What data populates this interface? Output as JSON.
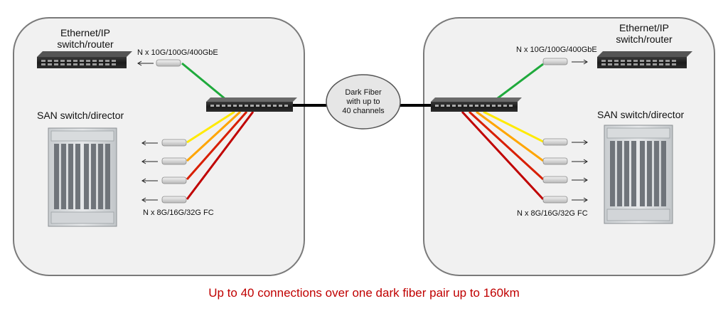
{
  "left_site": {
    "ethernet_label": "Ethernet/IP\nswitch/router",
    "san_label": "SAN switch/director",
    "ethernet_speed": "N x 10G/100G/400GbE",
    "fc_speed": "N x 8G/16G/32G FC"
  },
  "right_site": {
    "ethernet_label": "Ethernet/IP\nswitch/router",
    "san_label": "SAN switch/director",
    "ethernet_speed": "N x 10G/100G/400GbE",
    "fc_speed": "N x 8G/16G/32G FC"
  },
  "dark_fiber": {
    "label": "Dark Fiber\nwith up to\n40 channels"
  },
  "caption": "Up to 40 connections over one dark fiber pair up to 160km",
  "colors": {
    "site_fill": "#f1f1f1",
    "site_stroke": "#7a7a7a",
    "ethernet_link": "#1faa3c",
    "fc_link_1": "#ffea00",
    "fc_link_2": "#ffa500",
    "fc_link_3": "#e62000",
    "fc_link_4": "#c00000",
    "caption": "#c00000"
  }
}
